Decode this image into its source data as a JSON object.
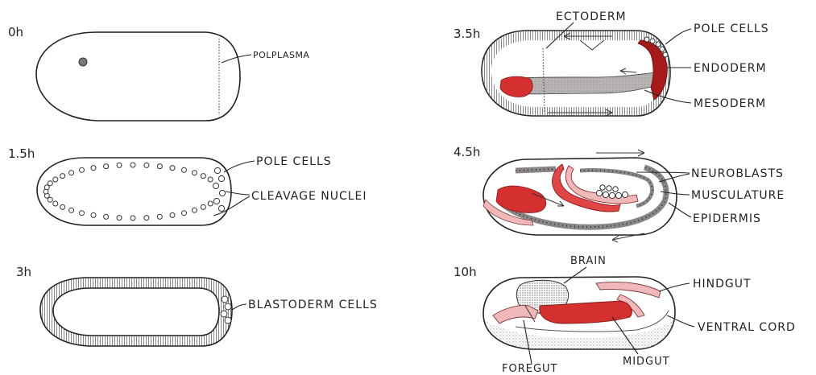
{
  "panels": {
    "p0h": {
      "time": "0h",
      "labels": {
        "polplasma": "POLPLASMA"
      }
    },
    "p15h": {
      "time": "1.5h",
      "labels": {
        "pole_cells": "POLE CELLS",
        "cleavage_nuclei": "CLEAVAGE NUCLEI"
      }
    },
    "p3h": {
      "time": "3h",
      "labels": {
        "blastoderm_cells": "BLASTODERM CELLS"
      }
    },
    "p35h": {
      "time": "3.5h",
      "labels": {
        "ectoderm": "ECTODERM",
        "pole_cells": "POLE CELLS",
        "endoderm": "ENDODERM",
        "mesoderm": "MESODERM"
      }
    },
    "p45h": {
      "time": "4.5h",
      "labels": {
        "neuroblasts": "NEUROBLASTS",
        "musculature": "MUSCULATURE",
        "epidermis": "EPIDERMIS"
      }
    },
    "p10h": {
      "time": "10h",
      "labels": {
        "brain": "BRAIN",
        "hindgut": "HINDGUT",
        "ventral_cord": "VENTRAL CORD",
        "foregut": "FOREGUT",
        "midgut": "MIDGUT"
      }
    }
  },
  "colors": {
    "endoderm_red": "#d3302f",
    "dark_red": "#a51b1b",
    "mesoderm_gray": "#b4b0b0",
    "pink": "#f0b8b8",
    "stipple": "#d8d8d8"
  }
}
